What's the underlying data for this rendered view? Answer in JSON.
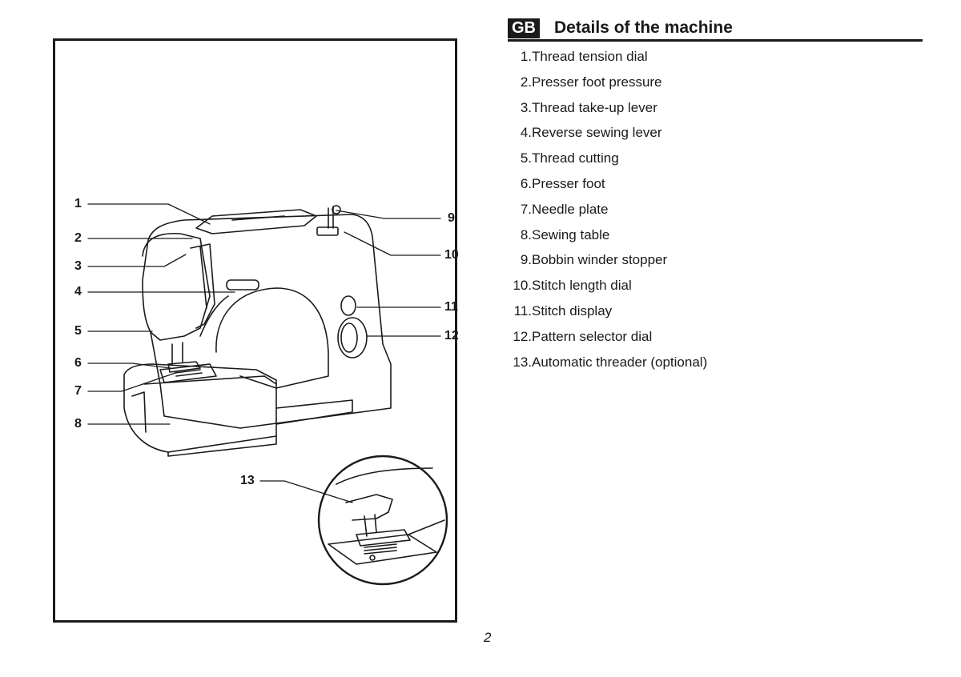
{
  "header": {
    "badge": "GB",
    "title": "Details of the machine"
  },
  "parts": [
    {
      "num": "1.",
      "label": "Thread tension dial"
    },
    {
      "num": "2.",
      "label": "Presser foot pressure"
    },
    {
      "num": "3.",
      "label": "Thread take-up lever"
    },
    {
      "num": "4.",
      "label": "Reverse sewing lever"
    },
    {
      "num": "5.",
      "label": "Thread cutting"
    },
    {
      "num": "6.",
      "label": "Presser foot"
    },
    {
      "num": "7.",
      "label": "Needle plate"
    },
    {
      "num": "8.",
      "label": "Sewing table"
    },
    {
      "num": "9.",
      "label": "Bobbin winder stopper"
    },
    {
      "num": "10.",
      "label": "Stitch length dial"
    },
    {
      "num": "11.",
      "label": "Stitch display"
    },
    {
      "num": "12.",
      "label": "Pattern selector dial"
    },
    {
      "num": "13.",
      "label": "Automatic threader (optional)"
    }
  ],
  "callouts": [
    "1",
    "2",
    "3",
    "4",
    "5",
    "6",
    "7",
    "8",
    "9",
    "10",
    "11",
    "12",
    "13"
  ],
  "page_number": "2"
}
